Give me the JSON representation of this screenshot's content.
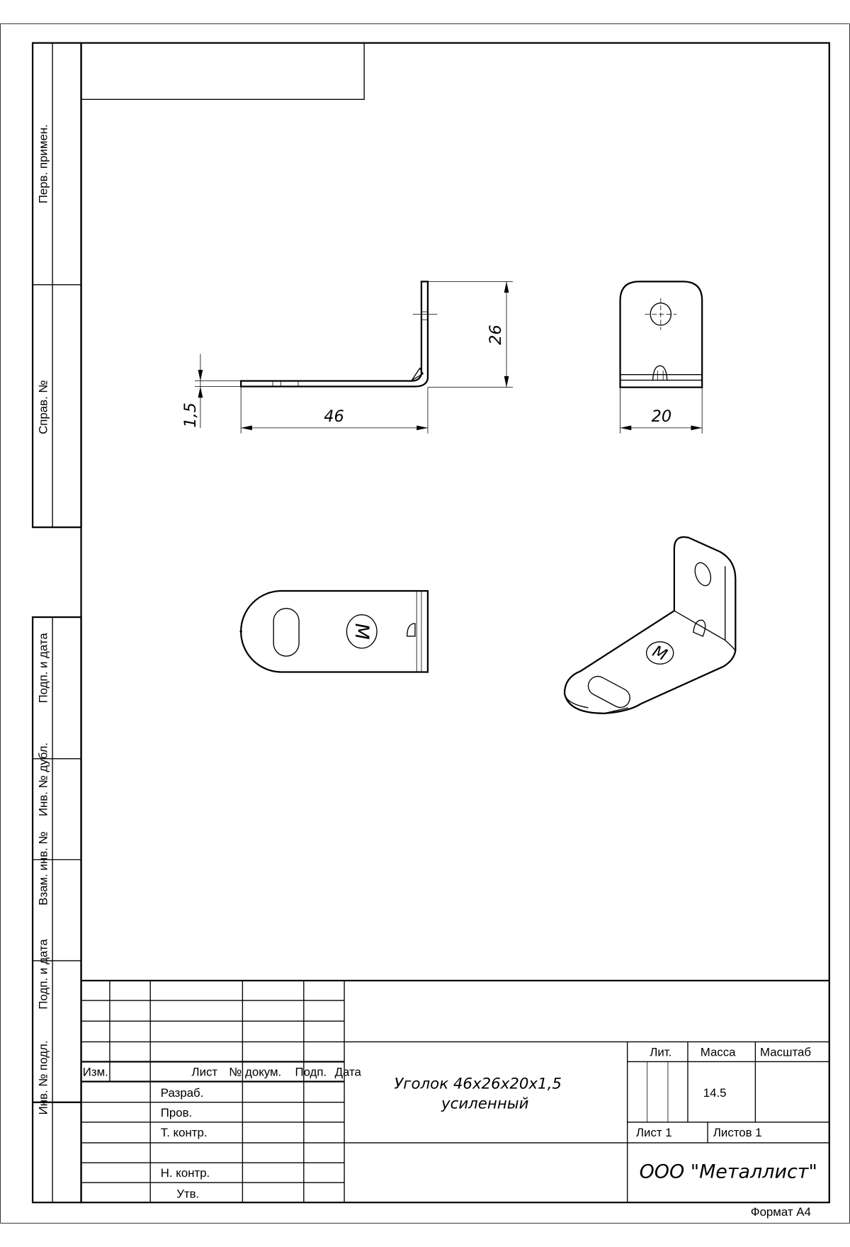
{
  "side_stamps": [
    "Перв. примен.",
    "Справ. №",
    "Подп. и дата",
    "Инв. № дубл.",
    "Взам. инв. №",
    "Подп. и дата",
    "Инв. № подл."
  ],
  "dimensions": {
    "thickness": "1,5",
    "length": "46",
    "height": "26",
    "width": "20"
  },
  "title_block": {
    "headers": {
      "izm": "Изм.",
      "list": "Лист",
      "doc": "№ докум.",
      "sign": "Подп.",
      "date": "Дата"
    },
    "roles": [
      "Разраб.",
      "Пров.",
      "Т. контр.",
      "Н. контр.",
      "Утв."
    ],
    "name_line1": "Уголок 46х26х20х1,5",
    "name_line2": "усиленный",
    "lit_label": "Лит.",
    "mass_label": "Масса",
    "scale_label": "Масштаб",
    "mass_value": "14.5",
    "sheet": "Лист 1",
    "sheets": "Листов 1",
    "company": "ООО \"Металлист\"",
    "format": "Формат А4"
  },
  "logo_letter": "M"
}
